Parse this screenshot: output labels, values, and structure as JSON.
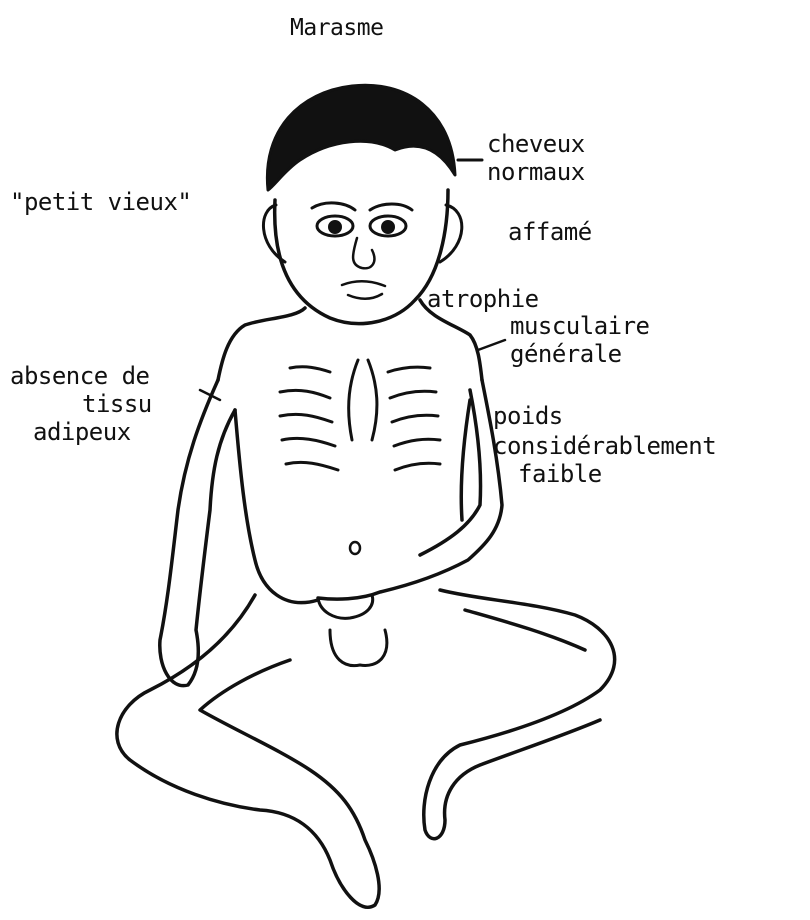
{
  "title": "Marasme",
  "labels": {
    "hair_line1": "cheveux",
    "hair_line2": "normaux",
    "old_man": "\"petit vieux\"",
    "hungry": "affamé",
    "atrophy_line1": "atrophie",
    "atrophy_line2": "musculaire",
    "atrophy_line3": "générale",
    "fat_line1": "absence de",
    "fat_line2": "tissu",
    "fat_line3": "adipeux",
    "weight_line1": "poids",
    "weight_line2": "considérablement",
    "weight_line3": "faible"
  }
}
